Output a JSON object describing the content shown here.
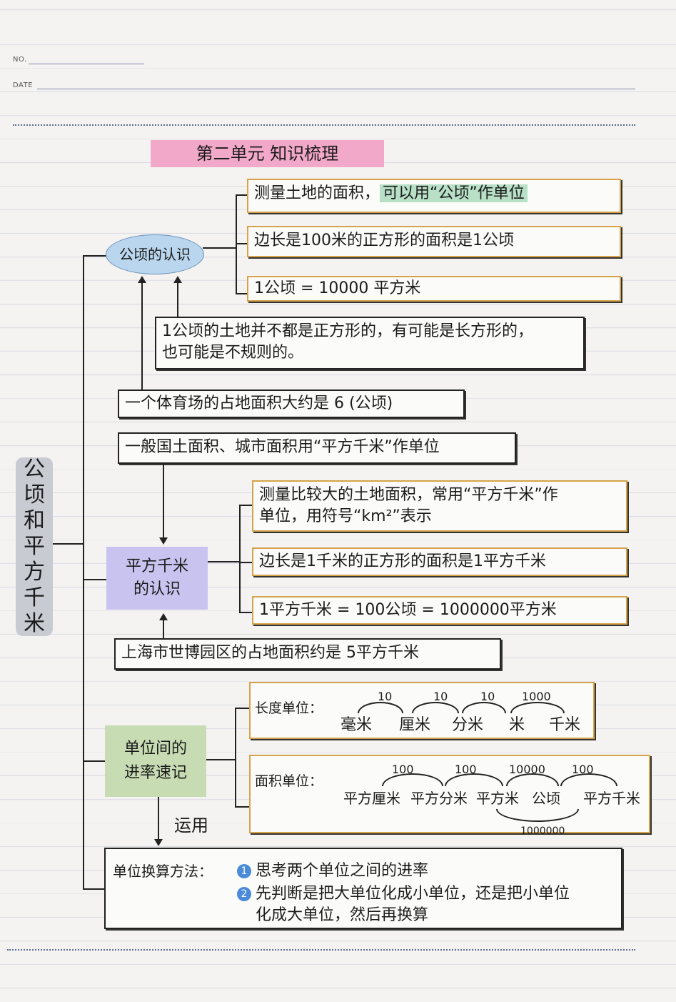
{
  "header": {
    "no_label": "NO.",
    "date_label": "DATE"
  },
  "title": "第二单元 知识梳理",
  "main_topic": [
    "公",
    "顷",
    "和",
    "平",
    "方",
    "千",
    "米"
  ],
  "hectare": {
    "label": "公顷的认识",
    "facts": [
      {
        "before": "测量土地的面积，",
        "highlight": "可以用“公顷”作单位"
      },
      {
        "text": "边长是100米的正方形的面积是1公顷"
      },
      {
        "text": "1公顷 = 10000 平方米"
      }
    ],
    "note": [
      "1公顷的土地并不都是正方形的，有可能是长方形的，",
      "也可能是不规则的。"
    ],
    "example": "一个体育场的占地面积大约是 6 (公顷)"
  },
  "sqkm": {
    "intro": "一般国土面积、城市面积用“平方千米”作单位",
    "label": [
      "平方千米",
      "的认识"
    ],
    "facts": [
      {
        "lines": [
          "测量比较大的土地面积，常用“平方千米”作",
          "单位，用符号“km²”表示"
        ]
      },
      {
        "text": "边长是1千米的正方形的面积是1平方千米"
      },
      {
        "text": "1平方千米 = 100公顷 = 1000000平方米"
      }
    ],
    "example": "上海市世博园区的占地面积约是 5平方千米"
  },
  "rates": {
    "label": [
      "单位间的",
      "进率速记"
    ],
    "usage": "运用",
    "length": {
      "title": "长度单位：",
      "units": [
        "毫米",
        "厘米",
        "分米",
        "米",
        "千米"
      ],
      "rates": [
        "10",
        "10",
        "10",
        "1000"
      ]
    },
    "area": {
      "title": "面积单位：",
      "units": [
        "平方厘米",
        "平方分米",
        "平方米",
        "公顷",
        "平方千米"
      ],
      "rates": [
        "100",
        "100",
        "10000",
        "100"
      ],
      "bottom_rate": "1000000"
    }
  },
  "method": {
    "title": "单位换算方法：",
    "steps": [
      {
        "n": "1",
        "lines": [
          "思考两个单位之间的进率"
        ]
      },
      {
        "n": "2",
        "lines": [
          "先判断是把大单位化成小单位，还是把小单位",
          "化成大单位，然后再换算"
        ]
      }
    ]
  }
}
